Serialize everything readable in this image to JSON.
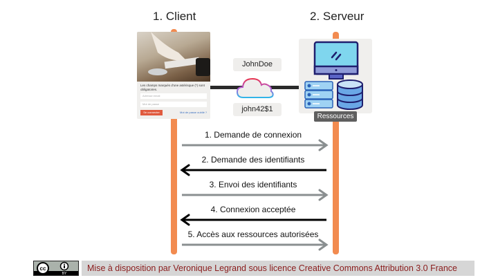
{
  "titles": {
    "client": "1. Client",
    "server": "2. Serveur"
  },
  "client_form": {
    "note": "Les champs marqués d'une astérisque (*) sont obligatoires.",
    "email_placeholder": "Adresse email",
    "password_placeholder": "Mot de passe",
    "login_button": "Se connecter",
    "forgot_link": "Mot de passe oublié ?"
  },
  "credentials": {
    "username": "JohnDoe",
    "password": "john42$1"
  },
  "server": {
    "resources_label": "Ressources"
  },
  "messages": [
    {
      "label": "1. Demande de connexion",
      "direction": "to-server",
      "color": "#8a8f90"
    },
    {
      "label": "2. Demande des identifiants",
      "direction": "to-client",
      "color": "#000000"
    },
    {
      "label": "3. Envoi des identifiants",
      "direction": "to-server",
      "color": "#8a8f90"
    },
    {
      "label": "4. Connexion acceptée",
      "direction": "to-client",
      "color": "#000000"
    },
    {
      "label": "5. Accès aux ressources autorisées",
      "direction": "to-server",
      "color": "#8a8f90"
    }
  ],
  "footer": {
    "license_text": "Mise à disposition par Veronique Legrand sous licence Creative Commons Attribution 3.0 France",
    "badge_cc": "cc",
    "badge_by": "BY"
  },
  "colors": {
    "lifeline": "#f28b50",
    "footer_text": "#8a1c1c"
  }
}
